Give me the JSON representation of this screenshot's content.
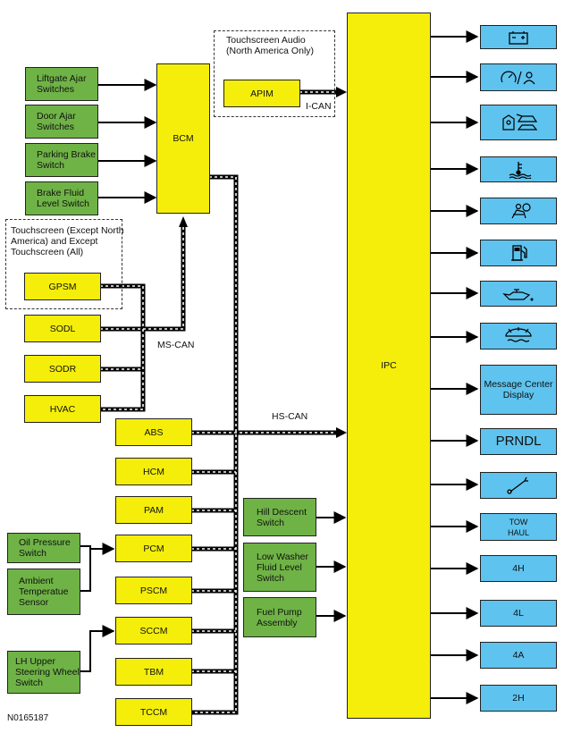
{
  "modules": {
    "liftgate": "Liftgate Ajar Switches",
    "door": "Door Ajar Switches",
    "parking": "Parking Brake Switch",
    "brakefluid": "Brake Fluid Level Switch",
    "bcm": "BCM",
    "apim": "APIM",
    "gpsm": "GPSM",
    "sodl": "SODL",
    "sodr": "SODR",
    "hvac": "HVAC",
    "abs": "ABS",
    "hcm": "HCM",
    "pam": "PAM",
    "pcm": "PCM",
    "pscm": "PSCM",
    "sccm": "SCCM",
    "tbm": "TBM",
    "tccm": "TCCM",
    "oilpressure": "Oil Pressure Switch",
    "ambient": "Ambient Temperatue Sensor",
    "lhupper": "LH Upper Steering Wheel Switch",
    "hilldescent": "Hill Descent Switch",
    "washer": "Low Washer Fluid Level Switch",
    "fuelpump": "Fuel Pump Assembly",
    "ipc": "IPC"
  },
  "indicators": {
    "message": "Message Center Display",
    "prndl": "PRNDL",
    "towhaul": "TOW HAUL",
    "h4": "4H",
    "l4": "4L",
    "a4": "4A",
    "h2": "2H"
  },
  "icons": [
    "battery-icon",
    "speed-control-icon",
    "door-ajar-icon",
    "coolant-temp-icon",
    "airbag-icon",
    "fuel-icon",
    "oil-pressure-icon",
    "washer-fluid-icon",
    "wrench-icon"
  ],
  "labels": {
    "apim_box": "Touchscreen Audio (North America Only)",
    "gpsm_box": "Touchscreen (Except North America) and Except Touchscreen (All)",
    "icanv": "I-CAN",
    "mscan": "MS-CAN",
    "hscan": "HS-CAN",
    "ref": "N0165187"
  },
  "colors": {
    "sensor_green": "#6fb346",
    "module_yellow": "#f4ee0a",
    "indicator_blue": "#5ec3ef"
  }
}
